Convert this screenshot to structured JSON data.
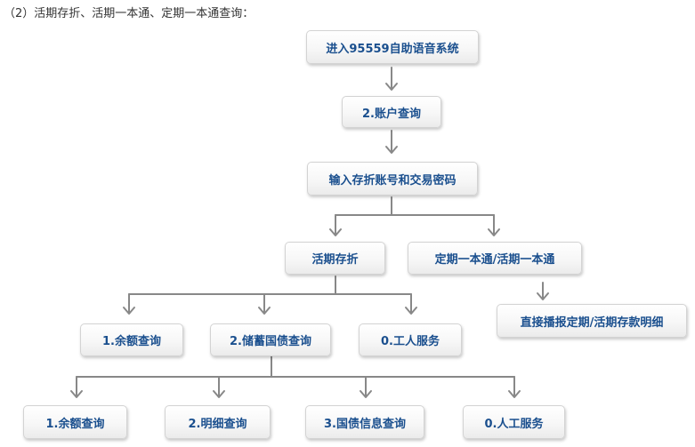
{
  "heading": "（2）活期存折、活期一本通、定期一本通查询：",
  "nodes": {
    "start": "进入95559自助语音系统",
    "account_query": "2.账户查询",
    "enter_password": "输入存折账号和交易密码",
    "current_passbook": "活期存折",
    "fixed_current_passbook": "定期一本通/活期一本通",
    "passbook_balance": "1.余额查询",
    "passbook_bond_query": "2.储蓄国债查询",
    "passbook_agent": "0.工人服务",
    "broadcast_details": "直接播报定期/活期存款明细",
    "bond_balance": "1.余额查询",
    "bond_details": "2.明细查询",
    "bond_info": "3.国债信息查询",
    "bond_agent": "0.人工服务"
  },
  "colors": {
    "text": "#1a4f8e",
    "arrow": "#888888"
  }
}
